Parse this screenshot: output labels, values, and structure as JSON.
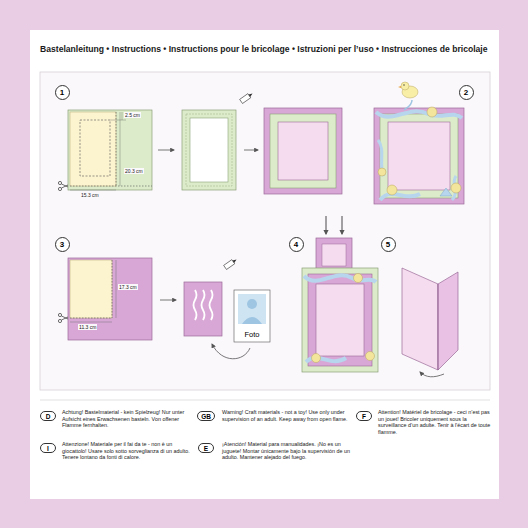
{
  "diagram": {
    "title": "Bastelanleitung • Instructions • Instructions pour le bricolage • Istruzioni per l’uso • Instrucciones de bricolaje",
    "nodes": [
      {
        "text": [
          "1"
        ]
      },
      {
        "text": [
          "2"
        ]
      },
      {
        "text": [
          "3"
        ]
      },
      {
        "text": [
          "4"
        ]
      },
      {
        "text": [
          "5"
        ]
      },
      {
        "text": [
          "Foto"
        ]
      },
      {
        "text": [
          "D"
        ]
      },
      {
        "text": [
          "GB"
        ]
      },
      {
        "text": [
          "F"
        ]
      },
      {
        "text": [
          "I"
        ]
      },
      {
        "text": [
          "E"
        ]
      }
    ],
    "labels": [
      "2.5 cm",
      "20.3 cm",
      "15.3 cm",
      "17.3 cm",
      "11.3 cm",
      "Achtung! Bastelmaterial - kein Spielzeug! Nur unter Aufsicht eines Erwachsenen basteln. Von offener Flamme fernhalten.",
      "Warning! Craft materials - not a toy! Use only under supervision of an adult. Keep away from open flame.",
      "Attention! Matériel de bricolage - ceci n’est pas un jouet! Bricoler uniquement sous la surveillance d’un adulte. Tenir à l’écart de toute flamme.",
      "Attenzione! Materiale per il fai da te - non è un giocattolo! Usare solo sotto sorveglianza di un adulto. Tenere lontano da fonti di calore.",
      "¡Atención! Material para manualidades. ¡No es un juguete! Montar únicamente bajo la supervisión de un adulto. Mantener alejado del fuego."
    ]
  }
}
